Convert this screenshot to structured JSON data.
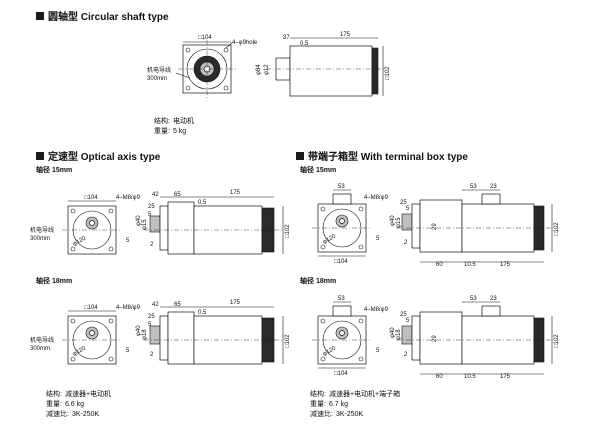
{
  "sections": {
    "circular": {
      "title": "圆轴型 Circular shaft type"
    },
    "optical": {
      "title": "定速型 Optical axis type"
    },
    "terminal": {
      "title": "带端子箱型 With terminal box type"
    }
  },
  "shaft_labels": {
    "d15": "轴径 15mm",
    "d18": "轴径 18mm"
  },
  "dimensions": {
    "sq104": "□104",
    "hole_4_9": "4–φ9hole",
    "mb9": "4–M8/φ9",
    "d37": "37",
    "d175": "175",
    "d0_5": "0.5",
    "sq102": "□102",
    "phi84": "φ84",
    "phi12": "φ12",
    "wire": "机电导线",
    "wire_len": "300mm",
    "d42": "42",
    "d65": "65",
    "d25": "25",
    "d5": "5",
    "d2": "2",
    "phi40": "φ40",
    "phi15": "φ15",
    "phi18": "φ18",
    "phi120": "φ120",
    "key5": "5",
    "d53": "53",
    "d23": "23",
    "d60": "60",
    "d10_5": "10.5",
    "d29": "29"
  },
  "specs": {
    "circular": {
      "structure_label": "结构:",
      "structure": "电动机",
      "weight_label": "重量:",
      "weight": "5 kg"
    },
    "optical": {
      "structure_label": "结构:",
      "structure": "减速器+电动机",
      "weight_label": "重量:",
      "weight": "6.6 kg",
      "ratio_label": "减速比:",
      "ratio": "3K-250K"
    },
    "terminal": {
      "structure_label": "结构:",
      "structure": "减速器+电动机+端子箱",
      "weight_label": "重量:",
      "weight": "6.7 kg",
      "ratio_label": "减速比:",
      "ratio": "3K-250K"
    }
  }
}
